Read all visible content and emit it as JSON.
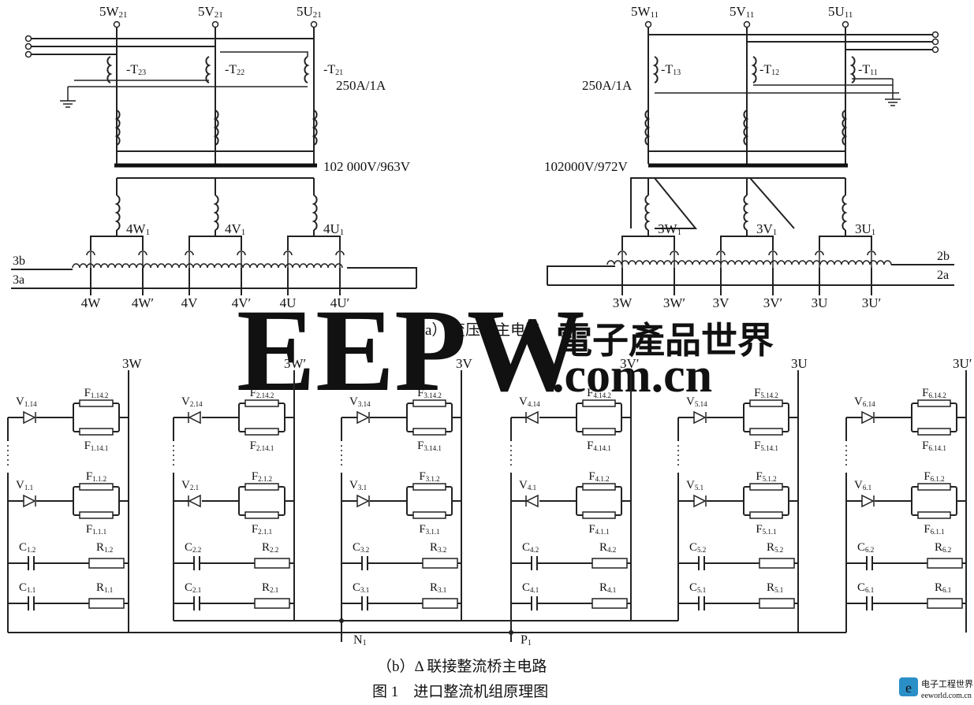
{
  "part_a": {
    "left": {
      "top_terminals": [
        "5W21",
        "5V21",
        "5U21"
      ],
      "ct_labels": [
        "-T23",
        "-T22",
        "-T21"
      ],
      "ct_ratio": "250A/1A",
      "transformer_rating": "102 000V/963V",
      "secondary_labels": [
        "4W1",
        "4V1",
        "4U1"
      ],
      "bus_labels": [
        "3b",
        "3a"
      ],
      "output_labels": [
        "4W",
        "4W′",
        "4V",
        "4V′",
        "4U",
        "4U′"
      ]
    },
    "right": {
      "top_terminals": [
        "5W11",
        "5V11",
        "5U11"
      ],
      "ct_labels": [
        "-T13",
        "-T12",
        "-T11"
      ],
      "ct_ratio": "250A/1A",
      "transformer_rating": "102000V/972V",
      "secondary_labels": [
        "3W1",
        "3V1",
        "3U1"
      ],
      "bus_labels": [
        "2b",
        "2a"
      ],
      "output_labels": [
        "3W",
        "3W′",
        "3V",
        "3V′",
        "3U",
        "3U′"
      ]
    },
    "caption": "（a） 变压器主电路"
  },
  "part_b": {
    "phase_labels": [
      "3W",
      "3W′",
      "3V",
      "3V′",
      "3U",
      "3U′"
    ],
    "arms": [
      {
        "diode_top": "V1.14",
        "diode_bot": "V1.1",
        "fuse_top_a": "F1.14.2",
        "fuse_top_b": "F1.14.1",
        "fuse_bot_a": "F1.1.2",
        "fuse_bot_b": "F1.1.1",
        "cap_a": "C1.2",
        "cap_b": "C1.1",
        "res_a": "R1.2",
        "res_b": "R1.1"
      },
      {
        "diode_top": "V2.14",
        "diode_bot": "V2.1",
        "fuse_top_a": "F2.14.2",
        "fuse_top_b": "F2.14.1",
        "fuse_bot_a": "F2.1.2",
        "fuse_bot_b": "F2.1.1",
        "cap_a": "C2.2",
        "cap_b": "C2.1",
        "res_a": "R2.2",
        "res_b": "R2.1"
      },
      {
        "diode_top": "V3.14",
        "diode_bot": "V3.1",
        "fuse_top_a": "F3.14.2",
        "fuse_top_b": "F3.14.1",
        "fuse_bot_a": "F3.1.2",
        "fuse_bot_b": "F3.1.1",
        "cap_a": "C3.2",
        "cap_b": "C3.1",
        "res_a": "R3.2",
        "res_b": "R3.1"
      },
      {
        "diode_top": "V4.14",
        "diode_bot": "V4.1",
        "fuse_top_a": "F4.14.2",
        "fuse_top_b": "F4.14.1",
        "fuse_bot_a": "F4.1.2",
        "fuse_bot_b": "F4.1.1",
        "cap_a": "C4.2",
        "cap_b": "C4.1",
        "res_a": "R4.2",
        "res_b": "R4.1"
      },
      {
        "diode_top": "V5.14",
        "diode_bot": "V5.1",
        "fuse_top_a": "F5.14.2",
        "fuse_top_b": "F5.14.1",
        "fuse_bot_a": "F5.1.2",
        "fuse_bot_b": "F5.1.1",
        "cap_a": "C5.2",
        "cap_b": "C5.1",
        "res_a": "R5.2",
        "res_b": "R5.1"
      },
      {
        "diode_top": "V6.14",
        "diode_bot": "V6.1",
        "fuse_top_a": "F6.14.2",
        "fuse_top_b": "F6.14.1",
        "fuse_bot_a": "F6.1.2",
        "fuse_bot_b": "F6.1.1",
        "cap_a": "C6.2",
        "cap_b": "C6.1",
        "res_a": "R6.2",
        "res_b": "R6.1"
      }
    ],
    "bus_labels": [
      "N1",
      "P1"
    ],
    "caption": "（b）Δ 联接整流桥主电路"
  },
  "figure_caption": "图 1　进口整流机组原理图",
  "watermark": {
    "logo": "EEPW",
    "domain": ".com.cn",
    "cn_name": "電子產品世界"
  },
  "corner_logo": {
    "cn": "电子工程世界",
    "url": "eeworld.com.cn"
  }
}
